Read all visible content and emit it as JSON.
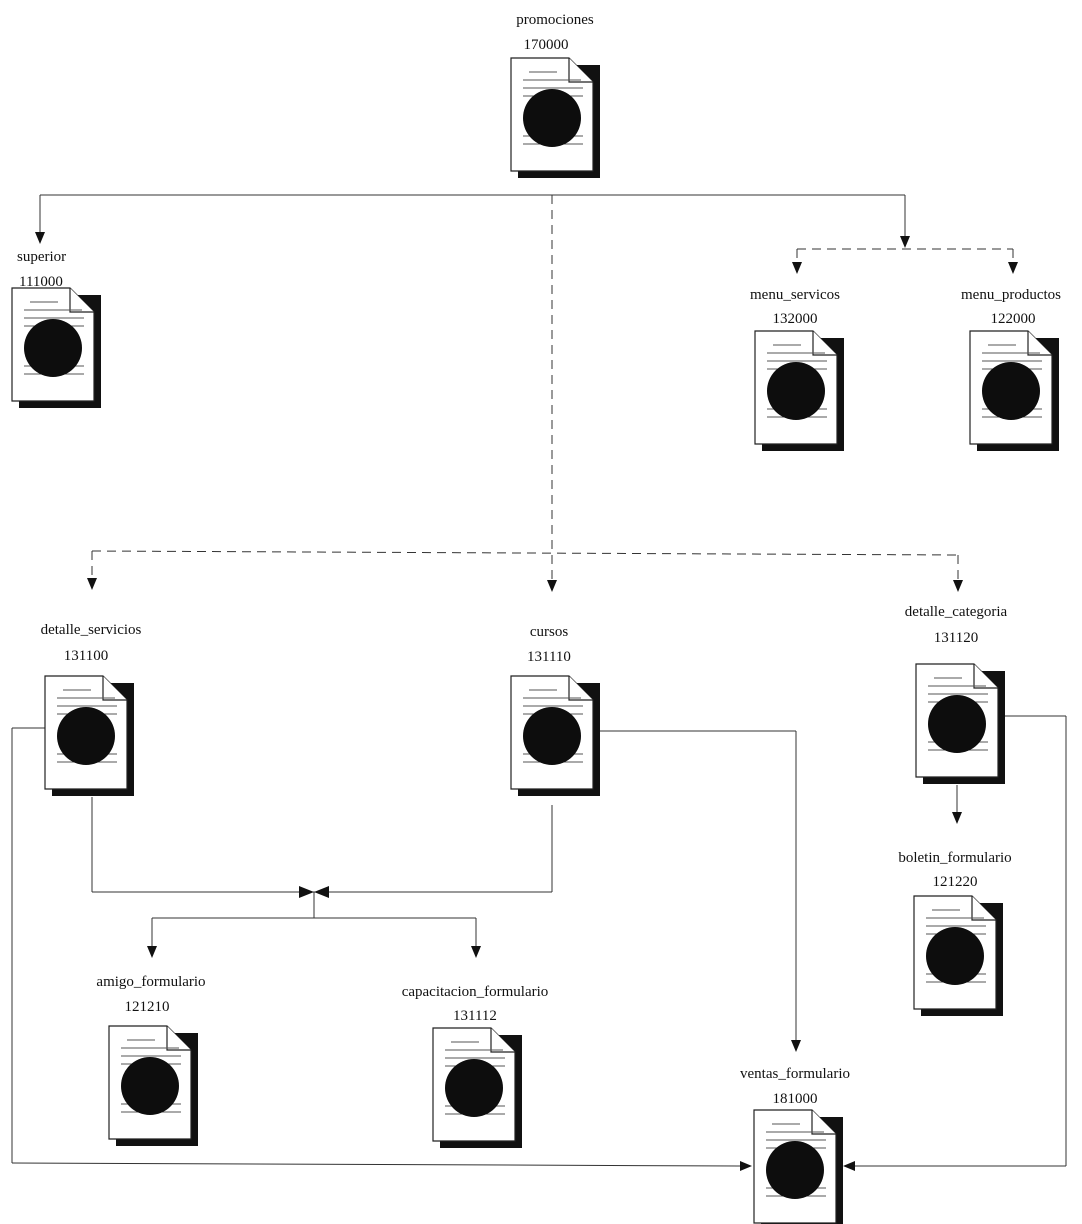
{
  "nodes": [
    {
      "id": "promociones",
      "name": "promociones",
      "code": "170000"
    },
    {
      "id": "superior",
      "name": "superior",
      "code": "111000"
    },
    {
      "id": "menu_servicos",
      "name": "menu_servicos",
      "code": "132000"
    },
    {
      "id": "menu_productos",
      "name": "menu_productos",
      "code": "122000"
    },
    {
      "id": "detalle_servicios",
      "name": "detalle_servicios",
      "code": "131100"
    },
    {
      "id": "cursos",
      "name": "cursos",
      "code": "131110"
    },
    {
      "id": "detalle_categoria",
      "name": "detalle_categoria",
      "code": "131120"
    },
    {
      "id": "boletin_formulario",
      "name": "boletin_formulario",
      "code": "121220"
    },
    {
      "id": "amigo_formulario",
      "name": "amigo_formulario",
      "code": "121210"
    },
    {
      "id": "capacitacion_formulario",
      "name": "capacitacion_formulario",
      "code": "131112"
    },
    {
      "id": "ventas_formulario",
      "name": "ventas_formulario",
      "code": "181000"
    }
  ],
  "edges": [
    {
      "from": "promociones",
      "to": "superior",
      "style": "solid"
    },
    {
      "from": "promociones",
      "to": "menu_servicos",
      "style": "dashed"
    },
    {
      "from": "promociones",
      "to": "menu_productos",
      "style": "dashed"
    },
    {
      "from": "promociones",
      "to": "detalle_servicios",
      "style": "dashed"
    },
    {
      "from": "promociones",
      "to": "cursos",
      "style": "dashed"
    },
    {
      "from": "promociones",
      "to": "detalle_categoria",
      "style": "dashed"
    },
    {
      "from": "detalle_categoria",
      "to": "boletin_formulario",
      "style": "solid"
    },
    {
      "from": "detalle_servicios",
      "to": "amigo_formulario",
      "style": "solid"
    },
    {
      "from": "detalle_servicios",
      "to": "capacitacion_formulario",
      "style": "solid"
    },
    {
      "from": "cursos",
      "to": "amigo_formulario",
      "style": "solid"
    },
    {
      "from": "cursos",
      "to": "capacitacion_formulario",
      "style": "solid"
    },
    {
      "from": "cursos",
      "to": "ventas_formulario",
      "style": "solid"
    },
    {
      "from": "detalle_servicios",
      "to": "ventas_formulario",
      "style": "solid"
    },
    {
      "from": "detalle_categoria",
      "to": "ventas_formulario",
      "style": "solid"
    }
  ]
}
